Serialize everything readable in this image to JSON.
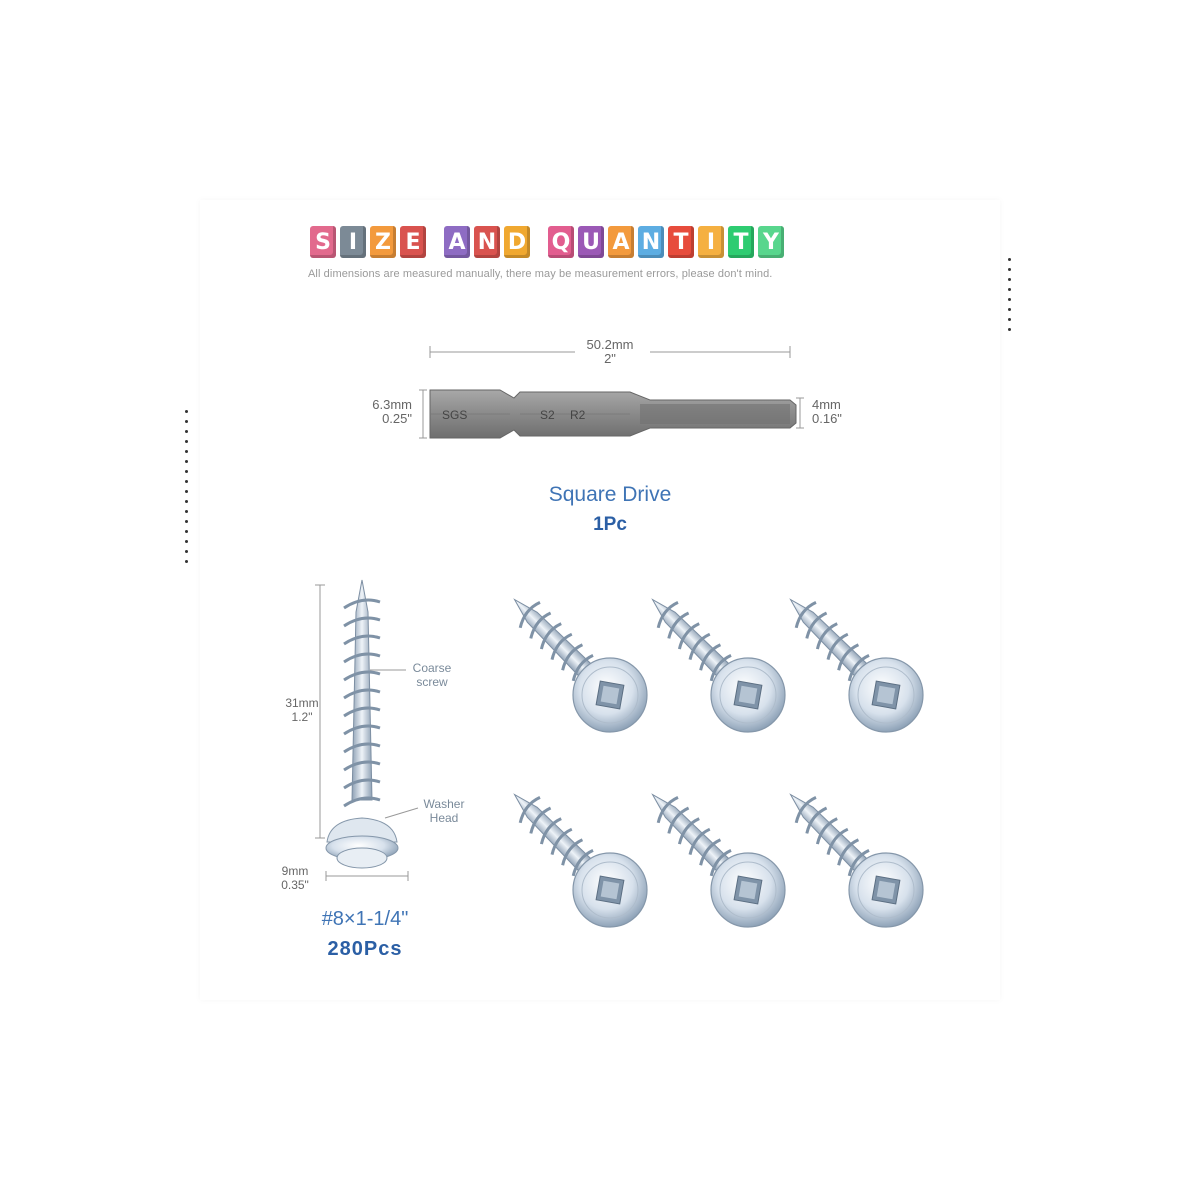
{
  "title": {
    "words": [
      "SIZE",
      "AND",
      "QUANTITY"
    ],
    "letters": [
      {
        "char": "S",
        "color": "#e26a8d"
      },
      {
        "char": "I",
        "color": "#7c8a96"
      },
      {
        "char": "Z",
        "color": "#f39a3d"
      },
      {
        "char": "E",
        "color": "#d9534f"
      },
      {
        "char": "A",
        "color": "#8e6cc3"
      },
      {
        "char": "N",
        "color": "#d9534f"
      },
      {
        "char": "D",
        "color": "#f0a830"
      },
      {
        "char": "Q",
        "color": "#e25d8f"
      },
      {
        "char": "U",
        "color": "#9b59b6"
      },
      {
        "char": "A",
        "color": "#f39a3d"
      },
      {
        "char": "N",
        "color": "#5dade2"
      },
      {
        "char": "T",
        "color": "#e74c3c"
      },
      {
        "char": "I",
        "color": "#f5b041"
      },
      {
        "char": "T",
        "color": "#2ecc71"
      },
      {
        "char": "Y",
        "color": "#58d68d"
      }
    ],
    "subtitle": "All dimensions are measured manually, there may be measurement errors, please don't mind."
  },
  "bit": {
    "length_mm": "50.2mm",
    "length_in": "2\"",
    "shank_mm": "6.3mm",
    "shank_in": "0.25\"",
    "tip_mm": "4mm",
    "tip_in": "0.16\"",
    "engraving_1": "SGS",
    "engraving_2": "S2",
    "engraving_3": "R2",
    "type": "Square Drive",
    "quantity": "1Pc"
  },
  "screw": {
    "length_mm": "31mm",
    "length_in": "1.2\"",
    "head_mm": "9mm",
    "head_in": "0.35\"",
    "thread_label_1": "Coarse",
    "thread_label_2": "screw",
    "head_label_1": "Washer",
    "head_label_2": "Head",
    "size": "#8×1-1/4\"",
    "quantity": "280Pcs"
  },
  "colors": {
    "metal": "#c9d2dc",
    "bit": "#8c8c8c",
    "accent_blue": "#2b5fa5"
  }
}
